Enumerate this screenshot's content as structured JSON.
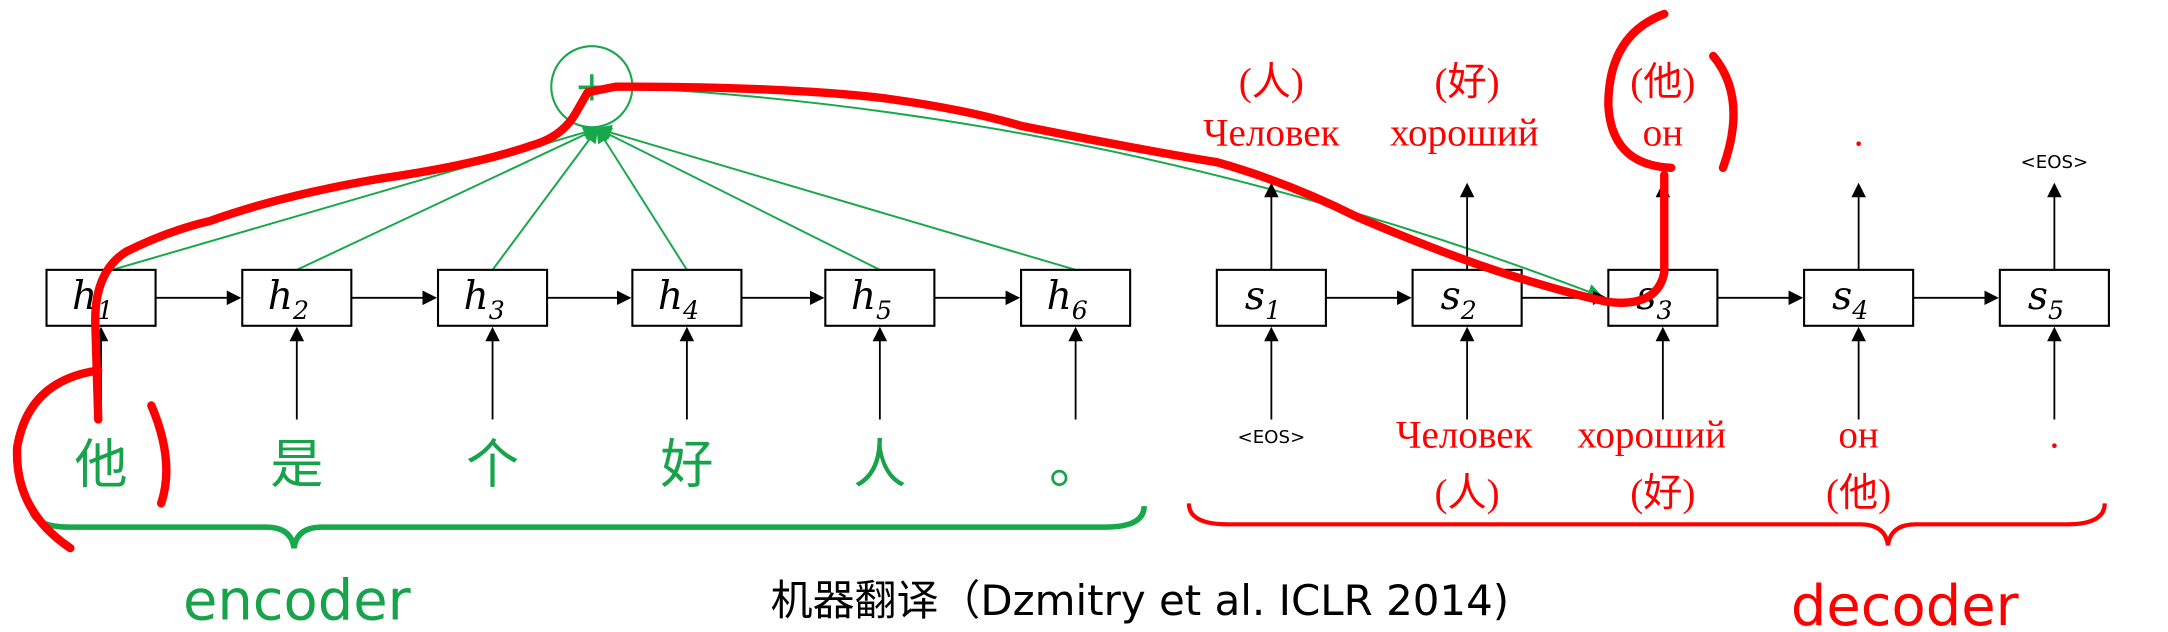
{
  "title": "机器翻译（Dzmitry et al. ICLR 2014)",
  "encoder": {
    "label": "encoder",
    "states": [
      {
        "v": "h",
        "s": "1"
      },
      {
        "v": "h",
        "s": "2"
      },
      {
        "v": "h",
        "s": "3"
      },
      {
        "v": "h",
        "s": "4"
      },
      {
        "v": "h",
        "s": "5"
      },
      {
        "v": "h",
        "s": "6"
      }
    ],
    "inputs": [
      "他",
      "是",
      "个",
      "好",
      "人",
      "。"
    ]
  },
  "attention": {
    "symbol": "+"
  },
  "decoder": {
    "label": "decoder",
    "states": [
      {
        "v": "s",
        "s": "1"
      },
      {
        "v": "s",
        "s": "2"
      },
      {
        "v": "s",
        "s": "3"
      },
      {
        "v": "s",
        "s": "4"
      },
      {
        "v": "s",
        "s": "5"
      }
    ],
    "inputs": [
      "<EOS>",
      "Человек",
      "хороший",
      "он",
      "."
    ],
    "input_glosses": [
      "",
      "(人)",
      "(好)",
      "(他)",
      ""
    ],
    "outputs": [
      "Человек",
      "хороший",
      "он",
      ".",
      "<EOS>"
    ],
    "output_glosses": [
      "(人)",
      "(好)",
      "(他)",
      "",
      ""
    ]
  },
  "colors": {
    "encoder": "#16a34a",
    "decoder": "#ff0000",
    "annotation": "#ff0000"
  }
}
